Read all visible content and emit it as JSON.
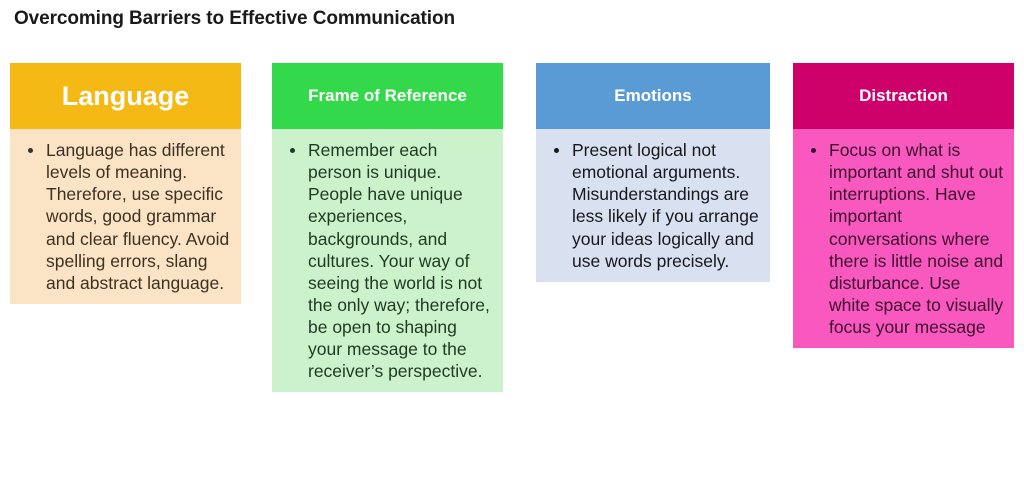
{
  "slide": {
    "title": "Overcoming Barriers to Effective Communication",
    "title_color": "#1a1a1a",
    "background": "#ffffff"
  },
  "columns": [
    {
      "id": "language",
      "header": "Language",
      "header_bg": "#f5b916",
      "header_text_color": "#ffffff",
      "body_bg": "#fbe3c6",
      "body_text_color": "#3d3222",
      "bullets": [
        "Language has different levels of meaning.  Therefore, use specific words, good grammar and clear fluency.  Avoid spelling errors, slang and abstract language."
      ]
    },
    {
      "id": "frame-of-reference",
      "header": "Frame of Reference",
      "header_bg": "#33d94a",
      "header_text_color": "#ffffff",
      "body_bg": "#ccf2cc",
      "body_text_color": "#1f3a22",
      "bullets": [
        "Remember each person is unique. People have unique experiences, backgrounds, and cultures.  Your way of seeing the world is not the only way; therefore, be open to shaping your message to the receiver’s perspective."
      ]
    },
    {
      "id": "emotions",
      "header": "Emotions",
      "header_bg": "#5b9bd5",
      "header_text_color": "#ffffff",
      "body_bg": "#d9e1f1",
      "body_text_color": "#17171c",
      "bullets": [
        "Present logical not emotional arguments. Misunderstandings are less likely if you arrange your ideas logically and use words precisely."
      ]
    },
    {
      "id": "distraction",
      "header": "Distraction",
      "header_bg": "#ce0069",
      "header_text_color": "#ffffff",
      "body_bg": "#f958be",
      "body_text_color": "#3d1030",
      "bullets": [
        "Focus on what is important and shut out interruptions. Have important conversations where there is little noise and disturbance. Use white space to visually focus your message"
      ]
    }
  ]
}
